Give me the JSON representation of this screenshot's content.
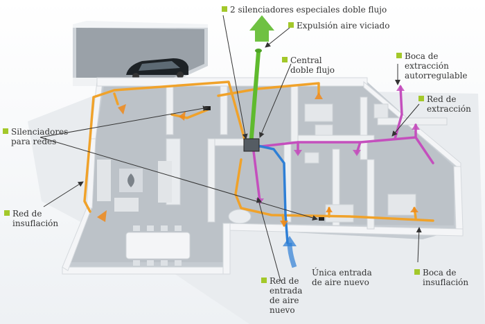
{
  "colors": {
    "insufflation": "#f0a22a",
    "extraction": "#c44fbd",
    "fresh_air": "#2e7fd6",
    "exhaust": "#5fba2e",
    "label_marker": "#a3c82a",
    "walls": "#eef0f2",
    "floor": "#c9ced3"
  },
  "labels": {
    "silencers_special": "2 silenciadores especiales doble flujo",
    "exhaust_air": "Expulsión aire viciado",
    "central_unit": [
      "Central",
      "doble flujo"
    ],
    "extraction_mouth": [
      "Boca de",
      "extracción",
      "autorregulable"
    ],
    "extraction_network": [
      "Red de",
      "extracción"
    ],
    "network_silencers": [
      "Silenciadores",
      "para redes"
    ],
    "insufflation_network": [
      "Red de",
      "insuflación"
    ],
    "fresh_air_network": [
      "Red de",
      "entrada",
      "de aire",
      "nuevo"
    ],
    "single_fresh_air_inlet": [
      "Única entrada",
      "de aire nuevo"
    ],
    "insufflation_mouth": [
      "Boca de",
      "insuflación"
    ]
  }
}
